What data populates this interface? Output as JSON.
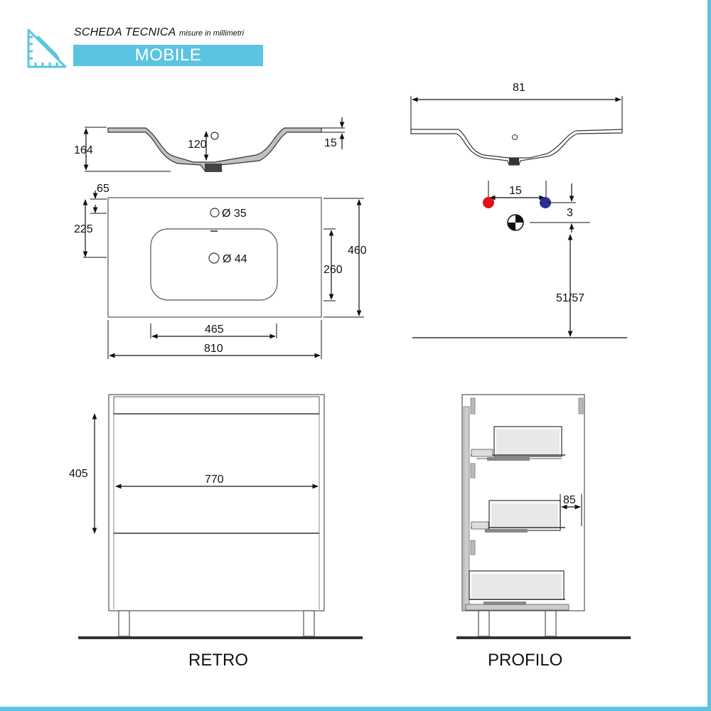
{
  "header": {
    "title": "SCHEDA TECNICA",
    "subtitle": "misure in millimetri",
    "product": "MOBILE",
    "icon": "ruler-pencil-icon",
    "accent_color": "#5bc4e0"
  },
  "basin_section": {
    "dims": {
      "height": "164",
      "drop": "120",
      "rim": "15"
    }
  },
  "basin_top": {
    "dims": {
      "offset": "65",
      "hole_distance": "225",
      "depth": "460",
      "bowl_depth": "260",
      "bowl_width": "465",
      "width": "810",
      "tap_hole": "Ø 35",
      "drain": "Ø 44"
    }
  },
  "basin_side": {
    "dims": {
      "width": "81",
      "taps_spacing": "15",
      "taps_offset": "3",
      "drain_height": "51/57"
    },
    "colors": {
      "hot": "#e3101b",
      "cold": "#2e2e9a"
    }
  },
  "cabinet_back": {
    "dims": {
      "height": "405",
      "width": "770"
    },
    "caption": "RETRO"
  },
  "cabinet_profile": {
    "dims": {
      "drawer_offset": "85"
    },
    "caption": "PROFILO"
  }
}
